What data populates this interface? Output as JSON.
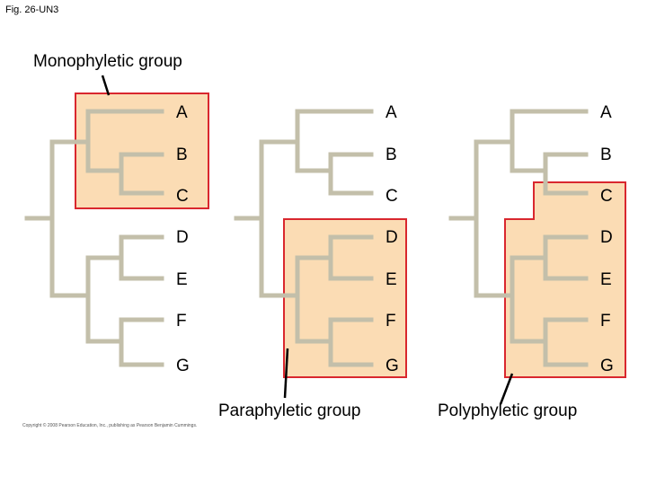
{
  "figure_label": "Fig. 26-UN3",
  "taxa": [
    "A",
    "B",
    "C",
    "D",
    "E",
    "F",
    "G"
  ],
  "groups": {
    "monophyletic": {
      "label": "Monophyletic group",
      "members": [
        "A",
        "B",
        "C"
      ]
    },
    "paraphyletic": {
      "label": "Paraphyletic group",
      "members": [
        "D",
        "E",
        "F",
        "G"
      ]
    },
    "polyphyletic": {
      "label": "Polyphyletic group",
      "members": [
        "C",
        "D",
        "E",
        "F",
        "G"
      ]
    }
  },
  "copyright": "Copyright © 2008 Pearson Education, Inc., publishing as Pearson Benjamin Cummings.",
  "colors": {
    "branch": "#c3bfaa",
    "highlight_fill": "#fbdcb4",
    "highlight_border": "#d9272e"
  }
}
